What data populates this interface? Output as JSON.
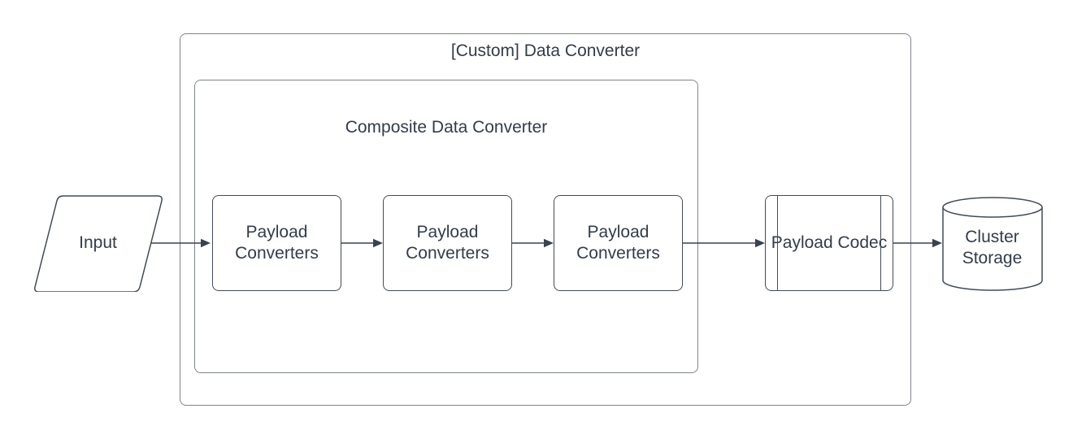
{
  "diagram": {
    "outer_container": {
      "label": "[Custom] Data Converter"
    },
    "inner_container": {
      "label": "Composite Data Converter"
    },
    "nodes": {
      "input": {
        "label": "Input",
        "shape": "parallelogram"
      },
      "converter1": {
        "label": "Payload Converters",
        "shape": "rounded-rectangle"
      },
      "converter2": {
        "label": "Payload Converters",
        "shape": "rounded-rectangle"
      },
      "converter3": {
        "label": "Payload Converters",
        "shape": "rounded-rectangle"
      },
      "codec": {
        "label": "Payload Codec",
        "shape": "predefined-process"
      },
      "storage": {
        "label": "Cluster Storage",
        "shape": "cylinder"
      }
    },
    "edges": [
      {
        "from": "input",
        "to": "converter1"
      },
      {
        "from": "converter1",
        "to": "converter2"
      },
      {
        "from": "converter2",
        "to": "converter3"
      },
      {
        "from": "converter3",
        "to": "codec"
      },
      {
        "from": "codec",
        "to": "storage"
      }
    ],
    "colors": {
      "background": "#ffffff",
      "container_border": "#7e858e",
      "shape_border": "#424b59",
      "arrow": "#39424f",
      "text": "#333c4b"
    }
  }
}
